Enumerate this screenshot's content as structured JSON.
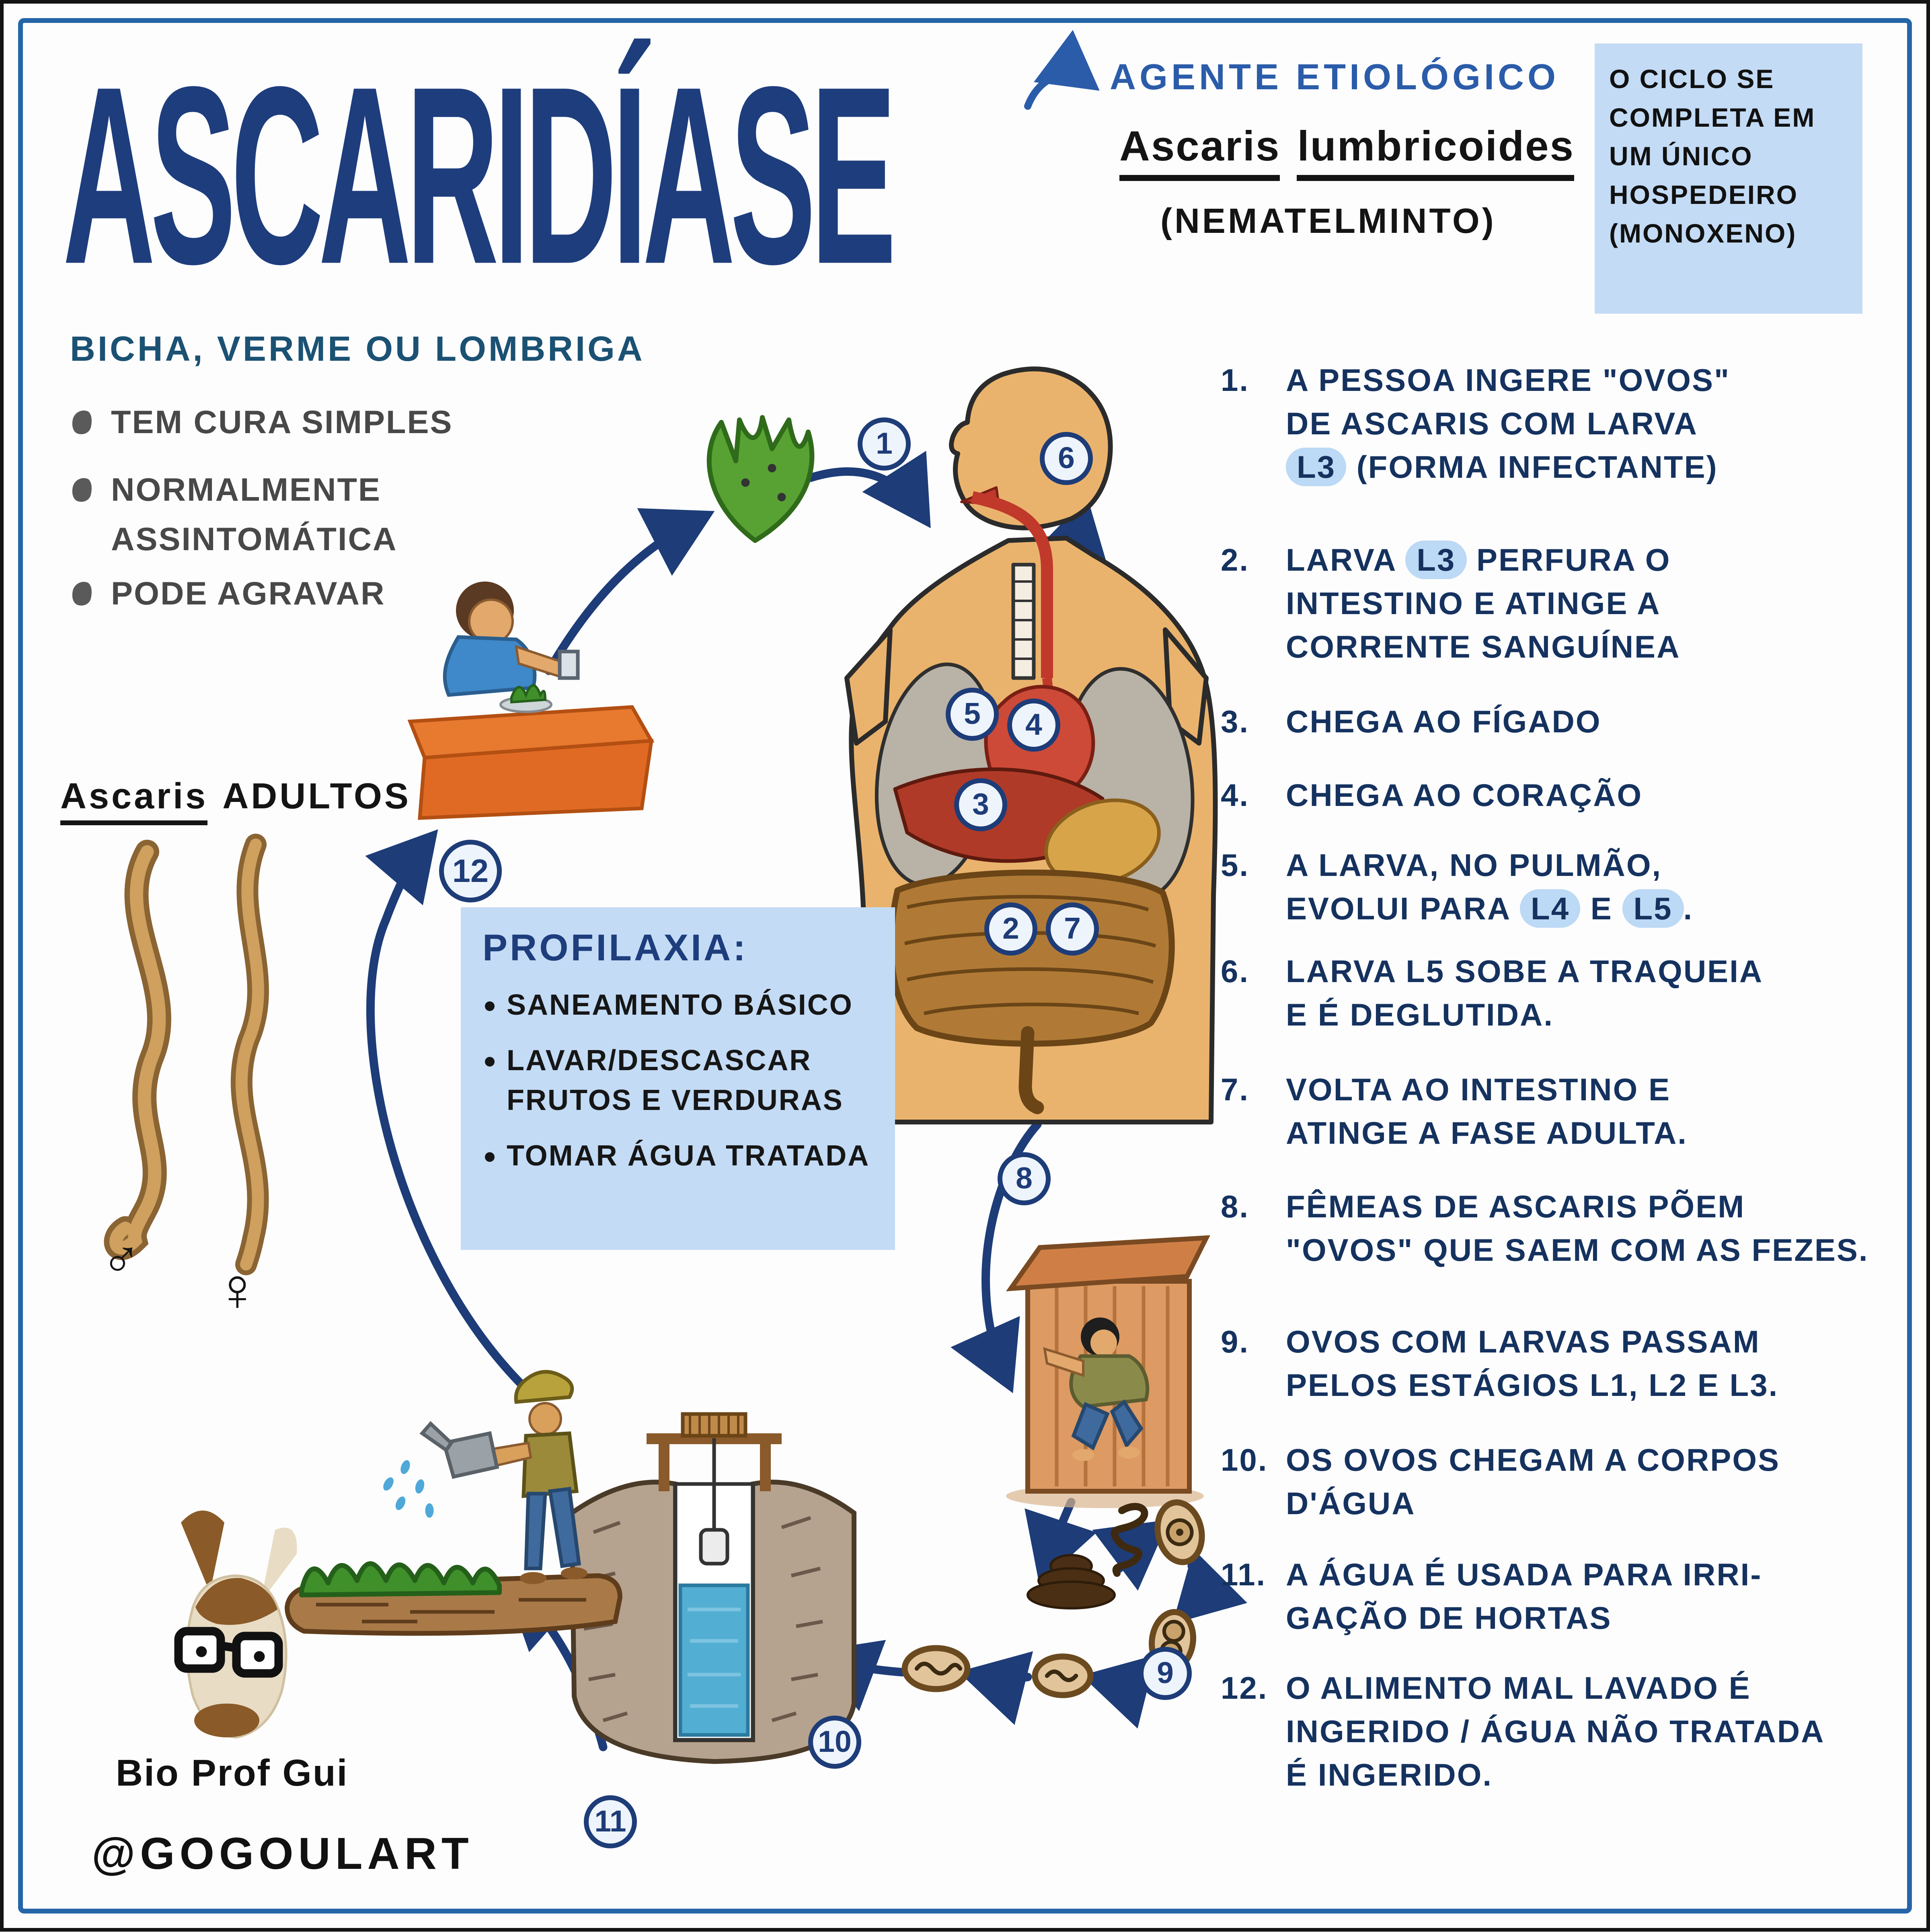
{
  "title": "ASCARIDÍASE",
  "subtitle": "BICHA, VERME OU LOMBRIGA",
  "facts": [
    "TEM CURA SIMPLES",
    "NORMALMENTE\nASSINTOMÁTICA",
    "PODE AGRAVAR"
  ],
  "agent": {
    "label": "AGENTE ETIOLÓGICO",
    "species_words": [
      "Ascaris",
      "lumbricoides"
    ],
    "phylum": "(NEMATELMINTO)"
  },
  "cycle_note": "O CICLO SE\nCOMPLETA EM\nUM ÚNICO\nHOSPEDEIRO\n(MONOXENO)",
  "adults": {
    "genus": "Ascaris",
    "rest": "ADULTOS",
    "male_symbol": "♂",
    "female_symbol": "♀"
  },
  "prophylaxis": {
    "title": "PROFILAXIA:",
    "items": [
      "SANEAMENTO BÁSICO",
      "LAVAR/DESCASCAR\nFRUTOS E VERDURAS",
      "TOMAR ÁGUA TRATADA"
    ]
  },
  "steps": [
    {
      "n": "1.",
      "text": "A PESSOA INGERE \"OVOS\"\nDE ASCARIS COM LARVA\n[[L3]] (FORMA INFECTANTE)"
    },
    {
      "n": "2.",
      "text": "LARVA [[L3]] PERFURA O\nINTESTINO E ATINGE A\nCORRENTE SANGUÍNEA"
    },
    {
      "n": "3.",
      "text": "CHEGA AO FÍGADO"
    },
    {
      "n": "4.",
      "text": "CHEGA AO CORAÇÃO"
    },
    {
      "n": "5.",
      "text": "A LARVA, NO PULMÃO,\nEVOLUI PARA [[L4]] E [[L5]]."
    },
    {
      "n": "6.",
      "text": "LARVA L5 SOBE A TRAQUEIA\nE É DEGLUTIDA."
    },
    {
      "n": "7.",
      "text": "VOLTA AO INTESTINO E\nATINGE A FASE ADULTA."
    },
    {
      "n": "8.",
      "text": "FÊMEAS DE ASCARIS PÕEM\n\"OVOS\" QUE SAEM COM AS FEZES."
    },
    {
      "n": "9.",
      "text": "OVOS COM LARVAS PASSAM\nPELOS ESTÁGIOS L1, L2 E L3."
    },
    {
      "n": "10.",
      "text": "OS OVOS CHEGAM A CORPOS\nD'ÁGUA"
    },
    {
      "n": "11.",
      "text": "A ÁGUA É USADA PARA IRRI-\nGAÇÃO DE HORTAS"
    },
    {
      "n": "12.",
      "text": "O ALIMENTO MAL LAVADO É\nINGERIDO / ÁGUA NÃO TRATADA\nÉ INGERIDO."
    }
  ],
  "markers": [
    "1",
    "6",
    "5",
    "4",
    "3",
    "2",
    "7",
    "12",
    "8",
    "9",
    "10",
    "11"
  ],
  "credits": {
    "line1": "Bio Prof Gui",
    "line2": "@GOGOULART"
  },
  "colors": {
    "border_blue": "#2565a8",
    "title_navy": "#1e3d7d",
    "list_navy": "#15325f",
    "agent_blue": "#2b5ca9",
    "subtitle_teal": "#1b5173",
    "highlight_blue": "#bcd9f5",
    "note_box_blue": "#c3dbf5",
    "skin": "#eab36d",
    "leaf_green": "#57a233",
    "table_orange": "#e87a30",
    "worm_tan": "#cfa05e"
  }
}
